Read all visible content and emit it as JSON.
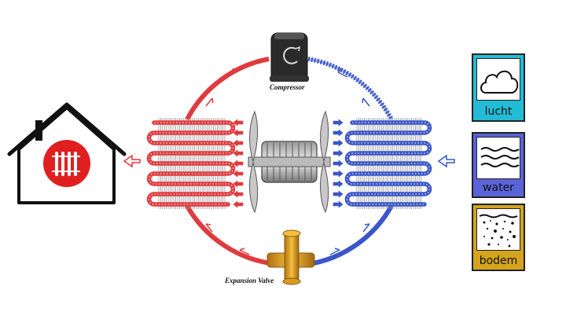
{
  "diagram": {
    "labels": {
      "compressor": "Compressor",
      "expansion_valve": "Expansion Valve"
    },
    "colors": {
      "hot": "#e03a3e",
      "cold": "#3a56c8",
      "valve": "#e0a020",
      "house_radiator": "#e02020"
    },
    "sources": [
      {
        "id": "lucht",
        "label": "lucht",
        "icon": "cloud-icon",
        "color": "#22bcd6"
      },
      {
        "id": "water",
        "label": "water",
        "icon": "water-waves-icon",
        "color": "#5b63d8"
      },
      {
        "id": "bodem",
        "label": "bodem",
        "icon": "soil-icon",
        "color": "#d4a41c"
      }
    ],
    "icons": {
      "house": "house-icon",
      "radiator": "radiator-icon",
      "fan": "fan-icon",
      "compressor": "compressor-icon",
      "valve": "expansion-valve-icon"
    }
  }
}
